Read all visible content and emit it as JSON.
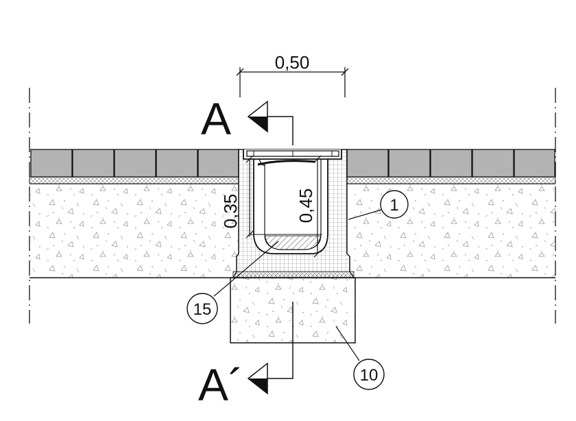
{
  "dimensions": {
    "width_label": "0,50",
    "depth_outer_label": "0,35",
    "depth_inner_label": "0,45"
  },
  "section": {
    "top_label": "A",
    "bottom_label": "A´"
  },
  "callouts": {
    "channel_body": "1",
    "bedding": "15",
    "foundation": "10"
  },
  "colors": {
    "paving": "#b3b3b3",
    "stroke": "#111111",
    "fill_background": "#ffffff"
  }
}
